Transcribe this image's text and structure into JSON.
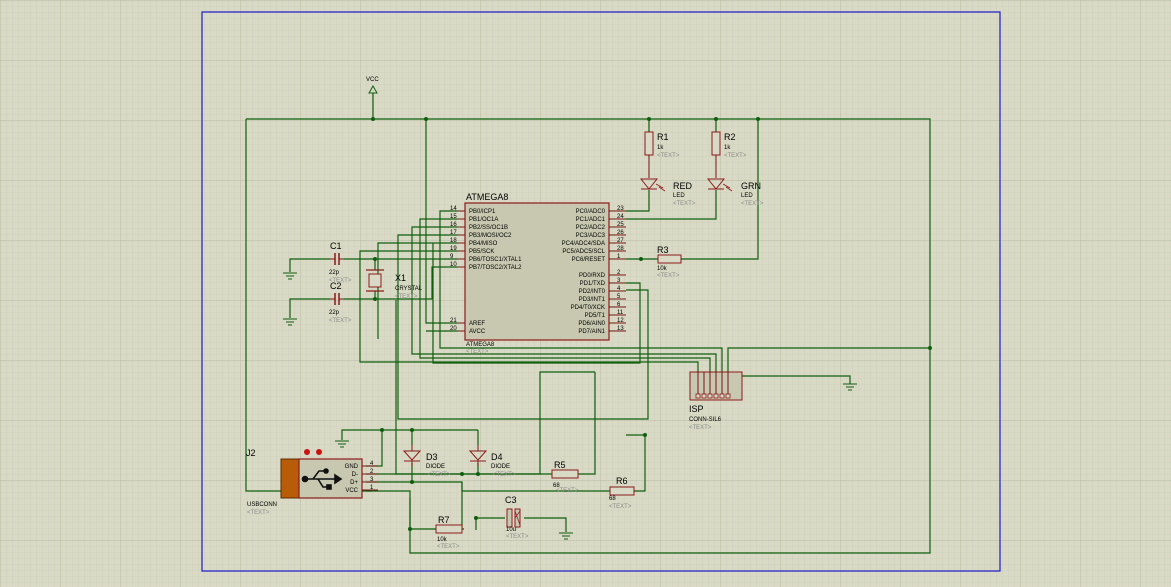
{
  "schematic": {
    "power": {
      "vcc_label": "VCC"
    },
    "mcu": {
      "ref": "ATMEGA8",
      "value": "ATMEGA8",
      "text": "<TEXT>",
      "left_pins": [
        {
          "num": "14",
          "name": "PB0/ICP1"
        },
        {
          "num": "15",
          "name": "PB1/OC1A"
        },
        {
          "num": "16",
          "name": "PB2/SS/OC1B"
        },
        {
          "num": "17",
          "name": "PB3/MOSI/OC2"
        },
        {
          "num": "18",
          "name": "PB4/MISO"
        },
        {
          "num": "19",
          "name": "PB5/SCK"
        },
        {
          "num": "9",
          "name": "PB6/TOSC1/XTAL1"
        },
        {
          "num": "10",
          "name": "PB7/TOSC2/XTAL2"
        }
      ],
      "left_pins_lower": [
        {
          "num": "21",
          "name": "AREF"
        },
        {
          "num": "20",
          "name": "AVCC"
        }
      ],
      "right_pins_top": [
        {
          "num": "23",
          "name": "PC0/ADC0"
        },
        {
          "num": "24",
          "name": "PC1/ADC1"
        },
        {
          "num": "25",
          "name": "PC2/ADC2"
        },
        {
          "num": "26",
          "name": "PC3/ADC3"
        },
        {
          "num": "27",
          "name": "PC4/ADC4/SDA"
        },
        {
          "num": "28",
          "name": "PC5/ADC5/SCL"
        },
        {
          "num": "1",
          "name": "PC6/RESET"
        }
      ],
      "right_pins_bottom": [
        {
          "num": "2",
          "name": "PD0/RXD"
        },
        {
          "num": "3",
          "name": "PD1/TXD"
        },
        {
          "num": "4",
          "name": "PD2/INT0"
        },
        {
          "num": "5",
          "name": "PD3/INT1"
        },
        {
          "num": "6",
          "name": "PD4/T0/XCK"
        },
        {
          "num": "11",
          "name": "PD5/T1"
        },
        {
          "num": "12",
          "name": "PD6/AIN0"
        },
        {
          "num": "13",
          "name": "PD7/AIN1"
        }
      ]
    },
    "r1": {
      "ref": "R1",
      "value": "1k",
      "text": "<TEXT>"
    },
    "r2": {
      "ref": "R2",
      "value": "1k",
      "text": "<TEXT>"
    },
    "led_red": {
      "ref": "RED",
      "value": "LED",
      "text": "<TEXT>"
    },
    "led_grn": {
      "ref": "GRN",
      "value": "LED",
      "text": "<TEXT>"
    },
    "r3": {
      "ref": "R3",
      "value": "10k",
      "text": "<TEXT>"
    },
    "c1": {
      "ref": "C1",
      "value": "22p",
      "text": "<TEXT>"
    },
    "c2": {
      "ref": "C2",
      "value": "22p",
      "text": "<TEXT>"
    },
    "x1": {
      "ref": "X1",
      "value": "CRYSTAL",
      "text": "<TEXT>"
    },
    "isp": {
      "ref": "ISP",
      "value": "CONN-SIL6",
      "text": "<TEXT>"
    },
    "j2": {
      "ref": "J2",
      "value": "USBCONN",
      "text": "<TEXT>",
      "pins": [
        {
          "num": "4",
          "name": "GND"
        },
        {
          "num": "2",
          "name": "D-"
        },
        {
          "num": "3",
          "name": "D+"
        },
        {
          "num": "1",
          "name": "VCC"
        }
      ]
    },
    "d3": {
      "ref": "D3",
      "value": "DIODE",
      "text": "<TEXT>"
    },
    "d4": {
      "ref": "D4",
      "value": "DIODE",
      "text": "<TEXT>"
    },
    "r5": {
      "ref": "R5",
      "value": "68",
      "text": "<TEXT>"
    },
    "r6": {
      "ref": "R6",
      "value": "68",
      "text": "<TEXT>"
    },
    "r7": {
      "ref": "R7",
      "value": "10k",
      "text": "<TEXT>"
    },
    "c3": {
      "ref": "C3",
      "value": "10u",
      "text": "<TEXT>"
    }
  }
}
